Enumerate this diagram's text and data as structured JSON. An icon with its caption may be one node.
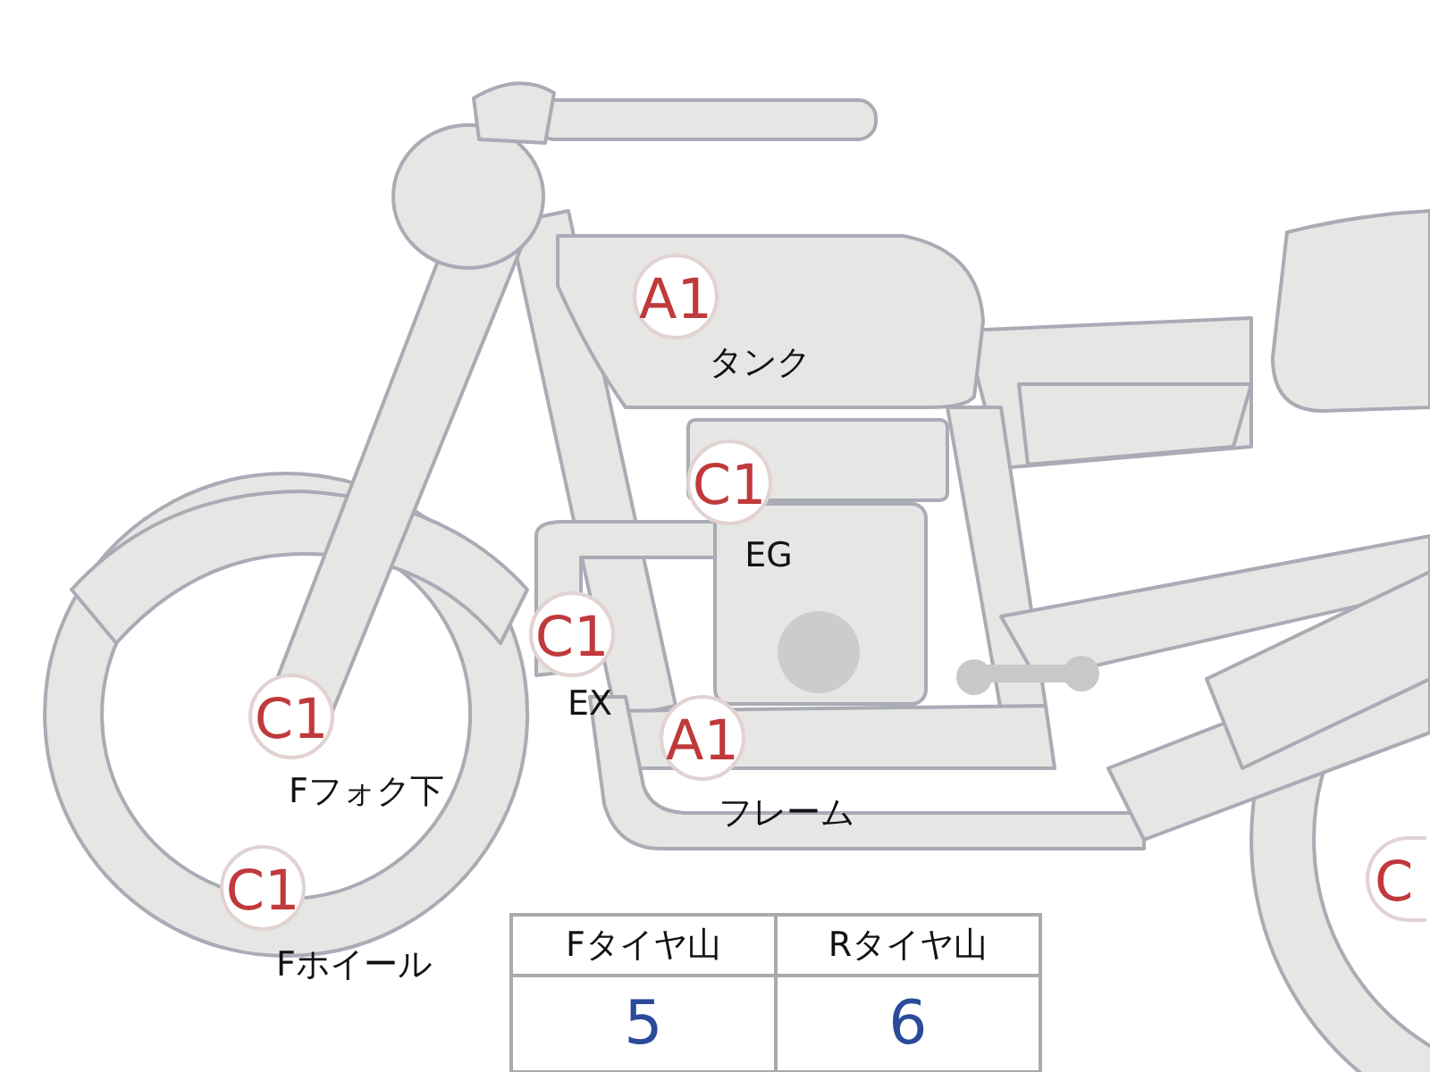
{
  "diagram": {
    "nodes": [
      {
        "text": [
          "A1"
        ],
        "beside": [
          "タンク"
        ]
      },
      {
        "text": [
          "C1"
        ],
        "beside": [
          "EG"
        ]
      },
      {
        "text": [
          "C1"
        ],
        "beside": [
          "EX"
        ]
      },
      {
        "text": [
          "C1"
        ],
        "beside": [
          "Fフォク下"
        ]
      },
      {
        "text": [
          "A1"
        ],
        "beside": [
          "フレーム"
        ]
      },
      {
        "text": [
          "C1"
        ],
        "beside": [
          "Fホイール"
        ]
      },
      {
        "text": [
          "C"
        ]
      }
    ],
    "edges": [],
    "labels": [
      "Fタイヤ山",
      "Rタイヤ山",
      "5",
      "6"
    ]
  }
}
